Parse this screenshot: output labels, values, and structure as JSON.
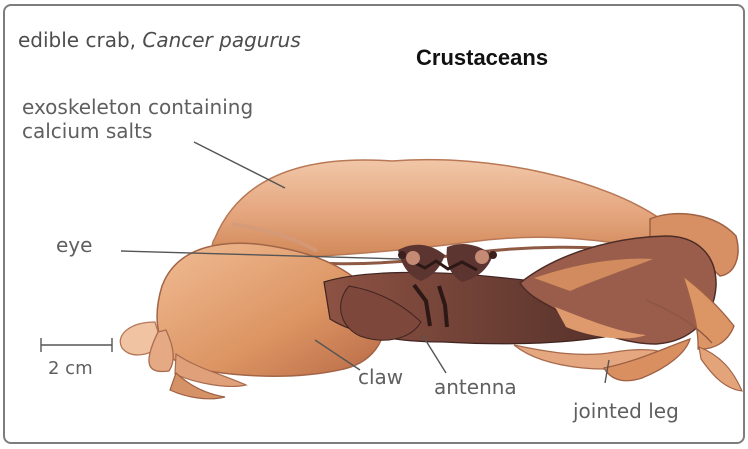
{
  "figure": {
    "title_prefix": "edible crab, ",
    "title_italic": "Cancer pagurus",
    "heading": "Crustaceans",
    "labels": {
      "exoskeleton": "exoskeleton containing\ncalcium salts",
      "eye": "eye",
      "claw": "claw",
      "antenna": "antenna",
      "jointed_leg": "jointed leg",
      "scale": "2 cm"
    },
    "colors": {
      "shell_light": "#e7b590",
      "shell_mid": "#d99162",
      "shell_dark": "#6b3c31",
      "line": "#555555"
    }
  }
}
